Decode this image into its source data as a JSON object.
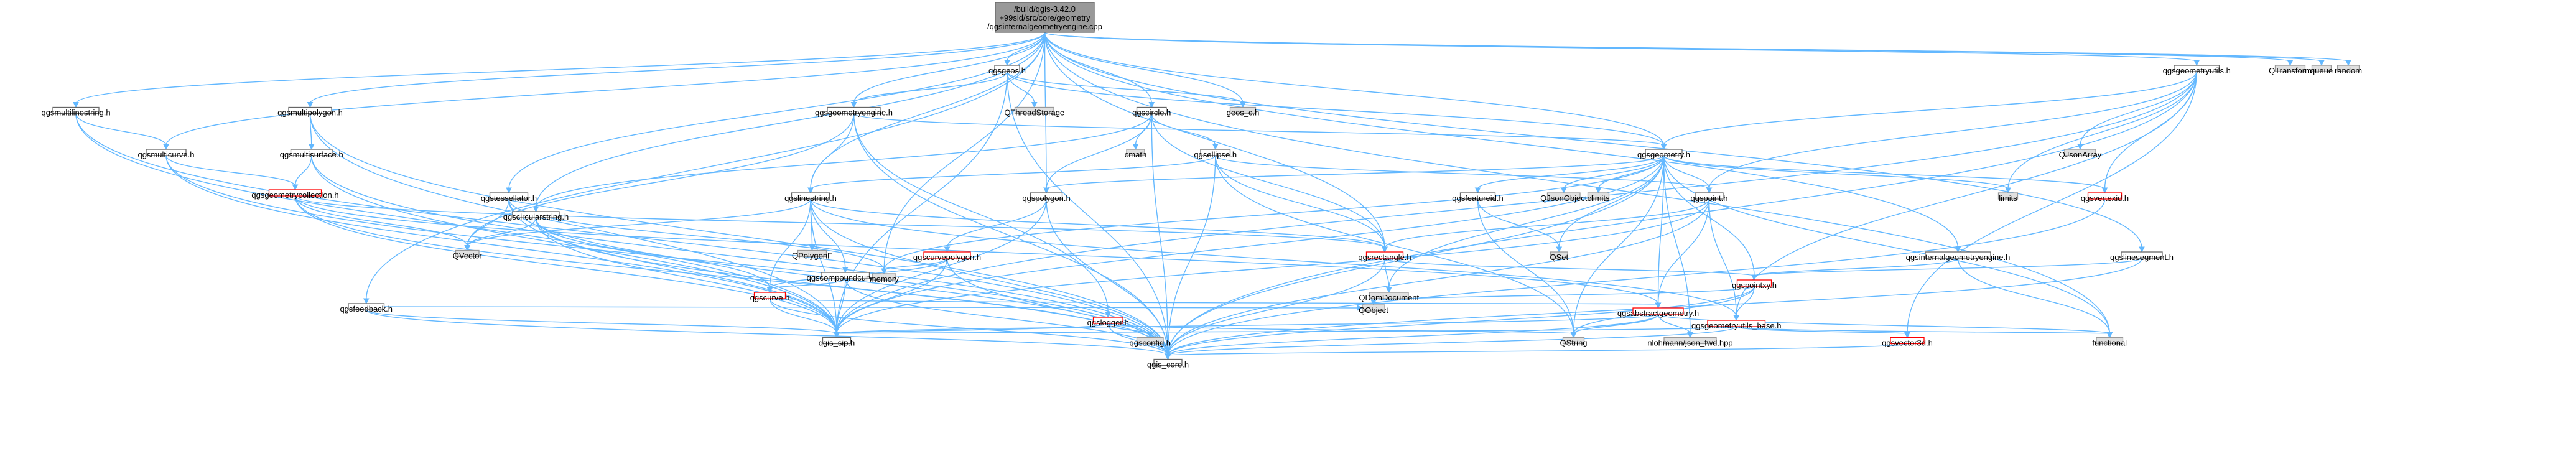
{
  "graph": {
    "nodes": [
      {
        "id": "root",
        "label": [
          "/build/qgis-3.42.0",
          "+99sid/src/core/geometry",
          "/qgsinternalgeometryengine.cpp"
        ],
        "kind": "focus"
      },
      {
        "id": "qgsmultilinestring",
        "label": [
          "qgsmultilinestring.h"
        ],
        "kind": "normal"
      },
      {
        "id": "qgsmultipolygon",
        "label": [
          "qgsmultipolygon.h"
        ],
        "kind": "normal"
      },
      {
        "id": "qgsgeos",
        "label": [
          "qgsgeos.h"
        ],
        "kind": "normal"
      },
      {
        "id": "qgsgeometryengine",
        "label": [
          "qgsgeometryengine.h"
        ],
        "kind": "normal"
      },
      {
        "id": "qgscircle",
        "label": [
          "qgscircle.h"
        ],
        "kind": "normal"
      },
      {
        "id": "qgsgeometryutils",
        "label": [
          "qgsgeometryutils.h"
        ],
        "kind": "normal"
      },
      {
        "id": "qthreadstorage",
        "label": [
          "QThreadStorage"
        ],
        "kind": "ext"
      },
      {
        "id": "geos_c",
        "label": [
          "geos_c.h"
        ],
        "kind": "ext"
      },
      {
        "id": "qtransform",
        "label": [
          "QTransform"
        ],
        "kind": "ext"
      },
      {
        "id": "queue",
        "label": [
          "queue"
        ],
        "kind": "ext"
      },
      {
        "id": "random",
        "label": [
          "random"
        ],
        "kind": "ext"
      },
      {
        "id": "qgsmulticurve",
        "label": [
          "qgsmulticurve.h"
        ],
        "kind": "normal"
      },
      {
        "id": "qgsmultisurface",
        "label": [
          "qgsmultisurface.h"
        ],
        "kind": "normal"
      },
      {
        "id": "cmath",
        "label": [
          "cmath"
        ],
        "kind": "ext"
      },
      {
        "id": "qgsellipse",
        "label": [
          "qgsellipse.h"
        ],
        "kind": "normal"
      },
      {
        "id": "qgsgeometry",
        "label": [
          "qgsgeometry.h"
        ],
        "kind": "normal"
      },
      {
        "id": "qjsonarray",
        "label": [
          "QJsonArray"
        ],
        "kind": "ext"
      },
      {
        "id": "qgsgeometrycollection",
        "label": [
          "qgsgeometrycollection.h"
        ],
        "kind": "red"
      },
      {
        "id": "qgstessellator",
        "label": [
          "qgstessellator.h"
        ],
        "kind": "normal"
      },
      {
        "id": "qgscircularstring",
        "label": [
          "qgscircularstring.h"
        ],
        "kind": "normal"
      },
      {
        "id": "qgslinestring",
        "label": [
          "qgslinestring.h"
        ],
        "kind": "normal"
      },
      {
        "id": "qgspolygon",
        "label": [
          "qgspolygon.h"
        ],
        "kind": "normal"
      },
      {
        "id": "qgsfeatureid",
        "label": [
          "qgsfeatureid.h"
        ],
        "kind": "normal"
      },
      {
        "id": "qjsonobject",
        "label": [
          "QJsonObject"
        ],
        "kind": "ext"
      },
      {
        "id": "climits",
        "label": [
          "climits"
        ],
        "kind": "ext"
      },
      {
        "id": "qgspoint",
        "label": [
          "qgspoint.h"
        ],
        "kind": "normal"
      },
      {
        "id": "limits",
        "label": [
          "limits"
        ],
        "kind": "ext"
      },
      {
        "id": "qgsvertexid",
        "label": [
          "qgsvertexid.h"
        ],
        "kind": "red"
      },
      {
        "id": "qvector",
        "label": [
          "QVector"
        ],
        "kind": "ext"
      },
      {
        "id": "qpolygonf",
        "label": [
          "QPolygonF"
        ],
        "kind": "ext"
      },
      {
        "id": "qgscompoundcurve",
        "label": [
          "qgscompoundcurve.h"
        ],
        "kind": "normal"
      },
      {
        "id": "qgscurvepolygon",
        "label": [
          "qgscurvepolygon.h"
        ],
        "kind": "red"
      },
      {
        "id": "qgsrectangle",
        "label": [
          "qgsrectangle.h"
        ],
        "kind": "red"
      },
      {
        "id": "qset",
        "label": [
          "QSet"
        ],
        "kind": "ext"
      },
      {
        "id": "qgsinternalgeometryengine",
        "label": [
          "qgsinternalgeometryengine.h"
        ],
        "kind": "normal"
      },
      {
        "id": "qgslinesegment",
        "label": [
          "qgslinesegment.h"
        ],
        "kind": "normal"
      },
      {
        "id": "memory",
        "label": [
          "memory"
        ],
        "kind": "ext"
      },
      {
        "id": "qgscurve",
        "label": [
          "qgscurve.h"
        ],
        "kind": "red"
      },
      {
        "id": "qdomdocument",
        "label": [
          "QDomDocument"
        ],
        "kind": "ext"
      },
      {
        "id": "qgspointxy",
        "label": [
          "qgspointxy.h"
        ],
        "kind": "red"
      },
      {
        "id": "qgsfeedback",
        "label": [
          "qgsfeedback.h"
        ],
        "kind": "normal"
      },
      {
        "id": "qobject",
        "label": [
          "QObject"
        ],
        "kind": "ext"
      },
      {
        "id": "qgsabstractgeometry",
        "label": [
          "qgsabstractgeometry.h"
        ],
        "kind": "red"
      },
      {
        "id": "qgslogger",
        "label": [
          "qgslogger.h"
        ],
        "kind": "red"
      },
      {
        "id": "qgsgeometryutils_base",
        "label": [
          "qgsgeometryutils_base.h"
        ],
        "kind": "red"
      },
      {
        "id": "qgis_sip",
        "label": [
          "qgis_sip.h"
        ],
        "kind": "normal"
      },
      {
        "id": "qgsconfig",
        "label": [
          "qgsconfig.h"
        ],
        "kind": "ext"
      },
      {
        "id": "qstring",
        "label": [
          "QString"
        ],
        "kind": "ext"
      },
      {
        "id": "nlohmann",
        "label": [
          "nlohmann/json_fwd.hpp"
        ],
        "kind": "ext"
      },
      {
        "id": "functional",
        "label": [
          "functional"
        ],
        "kind": "ext"
      },
      {
        "id": "qgsvector3d",
        "label": [
          "qgsvector3d.h"
        ],
        "kind": "red"
      },
      {
        "id": "qgis_core",
        "label": [
          "qgis_core.h"
        ],
        "kind": "normal"
      }
    ],
    "edges": [
      [
        "root",
        "qgsmultilinestring"
      ],
      [
        "root",
        "qgsmultipolygon"
      ],
      [
        "root",
        "qgsgeos"
      ],
      [
        "root",
        "qgsgeometryengine"
      ],
      [
        "root",
        "qgscircle"
      ],
      [
        "root",
        "qgsgeometryutils"
      ],
      [
        "root",
        "geos_c"
      ],
      [
        "root",
        "qtransform"
      ],
      [
        "root",
        "queue"
      ],
      [
        "root",
        "random"
      ],
      [
        "root",
        "qgsmulticurve"
      ],
      [
        "root",
        "qgsgeometry"
      ],
      [
        "root",
        "qgstessellator"
      ],
      [
        "root",
        "qgscircularstring"
      ],
      [
        "root",
        "qgslinestring"
      ],
      [
        "root",
        "qgspolygon"
      ],
      [
        "root",
        "qgsinternalgeometryengine"
      ],
      [
        "root",
        "qgslinesegment"
      ],
      [
        "root",
        "qgsrectangle"
      ],
      [
        "root",
        "qgsfeedback"
      ],
      [
        "root",
        "functional"
      ],
      [
        "root",
        "memory"
      ],
      [
        "qgsmultilinestring",
        "qgsmulticurve"
      ],
      [
        "qgsmultilinestring",
        "qgis_sip"
      ],
      [
        "qgsmultilinestring",
        "qgis_core"
      ],
      [
        "qgsmultipolygon",
        "qgsmultisurface"
      ],
      [
        "qgsmultipolygon",
        "qgis_sip"
      ],
      [
        "qgsmultipolygon",
        "qgis_core"
      ],
      [
        "qgsgeos",
        "qgsgeometryengine"
      ],
      [
        "qgsgeos",
        "qthreadstorage"
      ],
      [
        "qgsgeos",
        "geos_c"
      ],
      [
        "qgsgeos",
        "qgis_core"
      ],
      [
        "qgsgeos",
        "qgsgeometry"
      ],
      [
        "qgsgeos",
        "qgis_sip"
      ],
      [
        "qgsgeometryengine",
        "qgslinestring"
      ],
      [
        "qgsgeometryengine",
        "qgsgeometry"
      ],
      [
        "qgsgeometryengine",
        "qgslogger"
      ],
      [
        "qgsgeometryengine",
        "qvector"
      ],
      [
        "qgsgeometryengine",
        "qgis_core"
      ],
      [
        "qgscircle",
        "cmath"
      ],
      [
        "qgscircle",
        "qgsellipse"
      ],
      [
        "qgscircle",
        "qgspolygon"
      ],
      [
        "qgscircle",
        "qgscircularstring"
      ],
      [
        "qgscircle",
        "qgsrectangle"
      ],
      [
        "qgscircle",
        "qgis_core"
      ],
      [
        "qgsgeometryutils",
        "limits"
      ],
      [
        "qgsgeometryutils",
        "qjsonarray"
      ],
      [
        "qgsgeometryutils",
        "qgsgeometry"
      ],
      [
        "qgsgeometryutils",
        "qgspoint"
      ],
      [
        "qgsgeometryutils",
        "qgsvertexid"
      ],
      [
        "qgsgeometryutils",
        "qgsgeometryutils_base"
      ],
      [
        "qgsgeometryutils",
        "qgis_core"
      ],
      [
        "qgsgeometryutils",
        "qgsvector3d"
      ],
      [
        "qgsgeometryutils",
        "qgis_sip"
      ],
      [
        "qgsmulticurve",
        "qgsgeometrycollection"
      ],
      [
        "qgsmulticurve",
        "qgis_sip"
      ],
      [
        "qgsmulticurve",
        "qgis_core"
      ],
      [
        "qgsmultisurface",
        "qgsgeometrycollection"
      ],
      [
        "qgsmultisurface",
        "qgis_sip"
      ],
      [
        "qgsmultisurface",
        "qgis_core"
      ],
      [
        "qgsellipse",
        "qgslinestring"
      ],
      [
        "qgsellipse",
        "qgspoint"
      ],
      [
        "qgsellipse",
        "qgsrectangle"
      ],
      [
        "qgsellipse",
        "qgis_core"
      ],
      [
        "qgsellipse",
        "qstring"
      ],
      [
        "qgsgeometry",
        "qgspoint"
      ],
      [
        "qgsgeometry",
        "qgsfeatureid"
      ],
      [
        "qgsgeometry",
        "qjsonobject"
      ],
      [
        "qgsgeometry",
        "climits"
      ],
      [
        "qgsgeometry",
        "limits"
      ],
      [
        "qgsgeometry",
        "qset"
      ],
      [
        "qgsgeometry",
        "qdomdocument"
      ],
      [
        "qgsgeometry",
        "qgsabstractgeometry"
      ],
      [
        "qgsgeometry",
        "qgspointxy"
      ],
      [
        "qgsgeometry",
        "qgsvertexid"
      ],
      [
        "qgsgeometry",
        "memory"
      ],
      [
        "qgsgeometry",
        "qgis_core"
      ],
      [
        "qgsgeometry",
        "qgis_sip"
      ],
      [
        "qgsgeometry",
        "qstring"
      ],
      [
        "qgsgeometry",
        "nlohmann"
      ],
      [
        "qgsgeometry",
        "functional"
      ],
      [
        "qgsgeometry",
        "qgspolygon"
      ],
      [
        "qgsgeometrycollection",
        "qvector"
      ],
      [
        "qgsgeometrycollection",
        "qgis_sip"
      ],
      [
        "qgsgeometrycollection",
        "qgis_core"
      ],
      [
        "qgsgeometrycollection",
        "qgsrectangle"
      ],
      [
        "qgsgeometrycollection",
        "qgsabstractgeometry"
      ],
      [
        "qgstessellator",
        "qvector"
      ],
      [
        "qgstessellator",
        "memory"
      ],
      [
        "qgstessellator",
        "qgis_core"
      ],
      [
        "qgstessellator",
        "qgis_sip"
      ],
      [
        "qgscircularstring",
        "qvector"
      ],
      [
        "qgscircularstring",
        "qgscurve"
      ],
      [
        "qgscircularstring",
        "qgis_core"
      ],
      [
        "qgscircularstring",
        "qgis_sip"
      ],
      [
        "qgslinestring",
        "qpolygonf"
      ],
      [
        "qgslinestring",
        "qgscompoundcurve"
      ],
      [
        "qgslinestring",
        "qgscurve"
      ],
      [
        "qgslinestring",
        "qgsrectangle"
      ],
      [
        "qgslinestring",
        "qgis_core"
      ],
      [
        "qgslinestring",
        "qgis_sip"
      ],
      [
        "qgslinestring",
        "qvector"
      ],
      [
        "qgslinestring",
        "qgsgeometryutils_base"
      ],
      [
        "qgspolygon",
        "qgscurvepolygon"
      ],
      [
        "qgspolygon",
        "qgis_core"
      ],
      [
        "qgspolygon",
        "qgis_sip"
      ],
      [
        "qgsfeatureid",
        "qset"
      ],
      [
        "qgsfeatureid",
        "qstring"
      ],
      [
        "qgspoint",
        "qgsabstractgeometry"
      ],
      [
        "qgspoint",
        "qgsrectangle"
      ],
      [
        "qgspoint",
        "qgis_core"
      ],
      [
        "qgspoint",
        "qgis_sip"
      ],
      [
        "qgspoint",
        "qgsgeometryutils_base"
      ],
      [
        "qgsvertexid",
        "qgis_core"
      ],
      [
        "qgscompoundcurve",
        "qgscurve"
      ],
      [
        "qgscompoundcurve",
        "qgis_core"
      ],
      [
        "qgscompoundcurve",
        "qgis_sip"
      ],
      [
        "qgscurvepolygon",
        "qgscurve"
      ],
      [
        "qgscurvepolygon",
        "memory"
      ],
      [
        "qgscurvepolygon",
        "qgis_core"
      ],
      [
        "qgscurvepolygon",
        "qgis_sip"
      ],
      [
        "qgsrectangle",
        "qdomdocument"
      ],
      [
        "qgsrectangle",
        "qgspointxy"
      ],
      [
        "qgsrectangle",
        "qgis_core"
      ],
      [
        "qgsinternalgeometryengine",
        "qgspointxy"
      ],
      [
        "qgsinternalgeometryengine",
        "functional"
      ],
      [
        "qgslinesegment",
        "qgspointxy"
      ],
      [
        "qgslinesegment",
        "qgis_core"
      ],
      [
        "qgscurve",
        "qgsabstractgeometry"
      ],
      [
        "qgscurve",
        "qgis_sip"
      ],
      [
        "qgscurve",
        "qgis_core"
      ],
      [
        "qgspointxy",
        "qobject"
      ],
      [
        "qgspointxy",
        "qgsgeometryutils_base"
      ],
      [
        "qgspointxy",
        "qgis_core"
      ],
      [
        "qgspointxy",
        "qstring"
      ],
      [
        "qgsfeedback",
        "qobject"
      ],
      [
        "qgsfeedback",
        "qgis_core"
      ],
      [
        "qgsfeedback",
        "qgis_sip"
      ],
      [
        "qgsabstractgeometry",
        "functional"
      ],
      [
        "qgsabstractgeometry",
        "qstring"
      ],
      [
        "qgsabstractgeometry",
        "nlohmann"
      ],
      [
        "qgsabstractgeometry",
        "qgis_core"
      ],
      [
        "qgsabstractgeometry",
        "qgis_sip"
      ],
      [
        "qgslogger",
        "qgsconfig"
      ],
      [
        "qgslogger",
        "qstring"
      ],
      [
        "qgslogger",
        "qgis_core"
      ],
      [
        "qgslogger",
        "qgis_sip"
      ],
      [
        "qgsgeometryutils_base",
        "functional"
      ],
      [
        "qgsgeometryutils_base",
        "qgsvector3d"
      ],
      [
        "qgsgeometryutils_base",
        "qgis_core"
      ],
      [
        "qgsgeometryutils_base",
        "qgis_sip"
      ],
      [
        "qgsvector3d",
        "qgis_core"
      ]
    ]
  }
}
